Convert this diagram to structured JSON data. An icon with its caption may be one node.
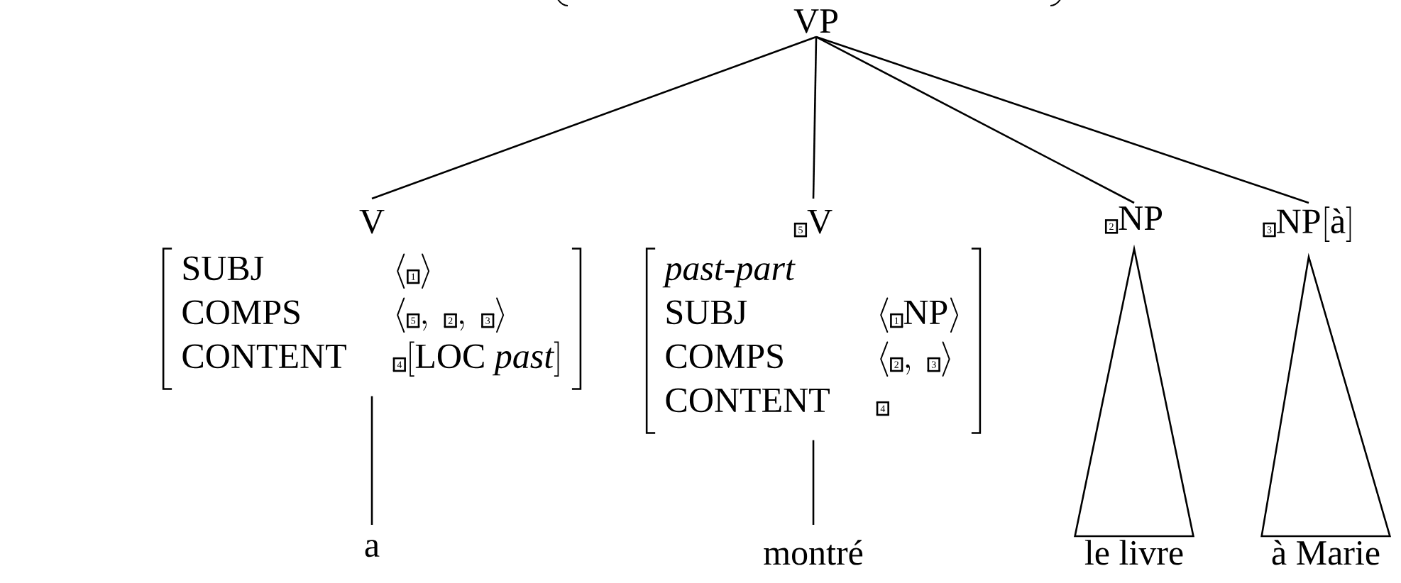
{
  "diagram": {
    "nodes": [
      {
        "text": [
          "VP"
        ]
      },
      {
        "text": [
          "V",
          "SUBJ",
          "\\langle\\fbox{\\scriptsize 1}\\rangle",
          "COMPS",
          "\\langle\\fbox{\\scriptsize 5},\\ \\fbox{\\scriptsize 2},\\ \\fbox{\\scriptsize 3}\\rangle",
          "CONTENT",
          "\\fbox{\\scriptsize 4}[\\mathrm{LOC}\\ \\mathit{past}]"
        ]
      },
      {
        "text": [
          "a"
        ]
      },
      {
        "text": [
          "\\fbox{\\scriptsize 5}\\mathrm{V}",
          "past-part",
          "SUBJ",
          "\\langle\\fbox{\\scriptsize 1}\\mathrm{NP}\\rangle",
          "COMPS",
          "\\langle\\fbox{\\scriptsize 2},\\ \\fbox{\\scriptsize 3}\\rangle",
          "CONTENT",
          "\\fbox{\\scriptsize 4}"
        ]
      },
      {
        "text": [
          "montré"
        ]
      },
      {
        "text": [
          "\\fbox{\\scriptsize 2}\\mathrm{NP}"
        ]
      },
      {
        "text": [
          "le livre"
        ]
      },
      {
        "text": [
          "\\fbox{\\scriptsize 3}\\mathrm{NP}\\bigl[\\mbox{à}\\bigr]"
        ]
      },
      {
        "text": [
          "à Marie"
        ]
      }
    ],
    "edges": [
      {
        "from": 0,
        "to": 1,
        "arrow": "none"
      },
      {
        "from": 0,
        "to": 3,
        "arrow": "none"
      },
      {
        "from": 0,
        "to": 5,
        "arrow": "none"
      },
      {
        "from": 0,
        "to": 7,
        "arrow": "none"
      },
      {
        "from": 1,
        "to": 2,
        "arrow": "none"
      },
      {
        "from": 3,
        "to": 4,
        "arrow": "none"
      },
      {
        "from": 5,
        "to": 6,
        "arrow": "none"
      },
      {
        "from": 7,
        "to": 8,
        "arrow": "none"
      }
    ]
  }
}
